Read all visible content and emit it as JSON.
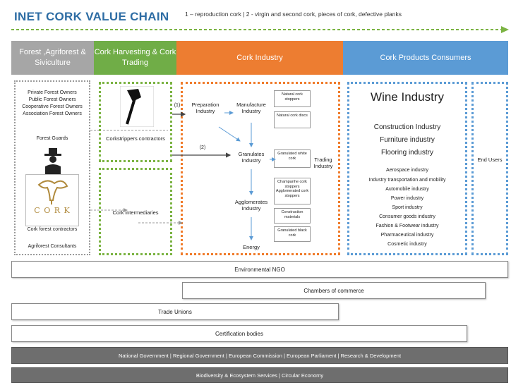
{
  "title": "INET CORK VALUE CHAIN",
  "legend": "1 – reproduction cork | 2 - virgin and second cork, pieces of cork, defective planks",
  "headers": {
    "forest": "Forest ,Agriforest & Siviculture",
    "harvest": "Cork Harvesting & Cork Trading",
    "industry": "Cork Industry",
    "consumers": "Cork Products Consumers"
  },
  "colors": {
    "forest": "#a6a6a6",
    "harvest": "#70ad47",
    "industry": "#ed7d31",
    "consumers": "#5b9bd5",
    "title": "#2e6da4",
    "dark_bar": "#6e6e6e"
  },
  "forest": {
    "owners": [
      "Private Forest Owners",
      "Public Forest Owners",
      "Cooperative Forest Owners",
      "Association Forest Owners"
    ],
    "guards": "Forest Guards",
    "logo_text": "C O R K",
    "contractors": "Cork forest contractors",
    "consultants": "Agriforest Consultants"
  },
  "harvest": {
    "strippers": "Corkstrippers contractors",
    "intermediaries": "Cork intermediaries"
  },
  "industry": {
    "arrow1": "(1)",
    "arrow2": "(2)",
    "preparation": "Preparation Industry",
    "manufacture": "Manufacture Industry",
    "granulates": "Granulates Industry",
    "agglomerates": "Agglomerates Industry",
    "energy": "Energy",
    "trading": "Trading Industry",
    "products": [
      "Natural cork stoppers",
      "Natural cork discs",
      "Granulated white cork",
      "Champanhe cork stoppers Agglomerated cork stoppers",
      "Construction materials",
      "Granulated black cork"
    ]
  },
  "consumers": {
    "wine": "Wine Industry",
    "construction": "Construction Industry",
    "furniture": "Furniture industry",
    "flooring": "Flooring industry",
    "others": [
      "Aerospace industry",
      "Industry transportation and mobility",
      "Automobile industry",
      "Power industry",
      "Sport industry",
      "Consumer goods industry",
      "Fashion & Footwear industry",
      "Pharmaceutical industry",
      "Cosmetic industry"
    ],
    "end_users": "End Users"
  },
  "bars": {
    "ngo": "Environmental NGO",
    "chambers": "Chambers of commerce",
    "unions": "Trade Unions",
    "certification": "Certification bodies",
    "government": "National Government | Regional Government | European Commission | European Parliament | Research & Development",
    "biodiversity": "Biodiversity & Ecosystem Services | Circular Economy"
  }
}
